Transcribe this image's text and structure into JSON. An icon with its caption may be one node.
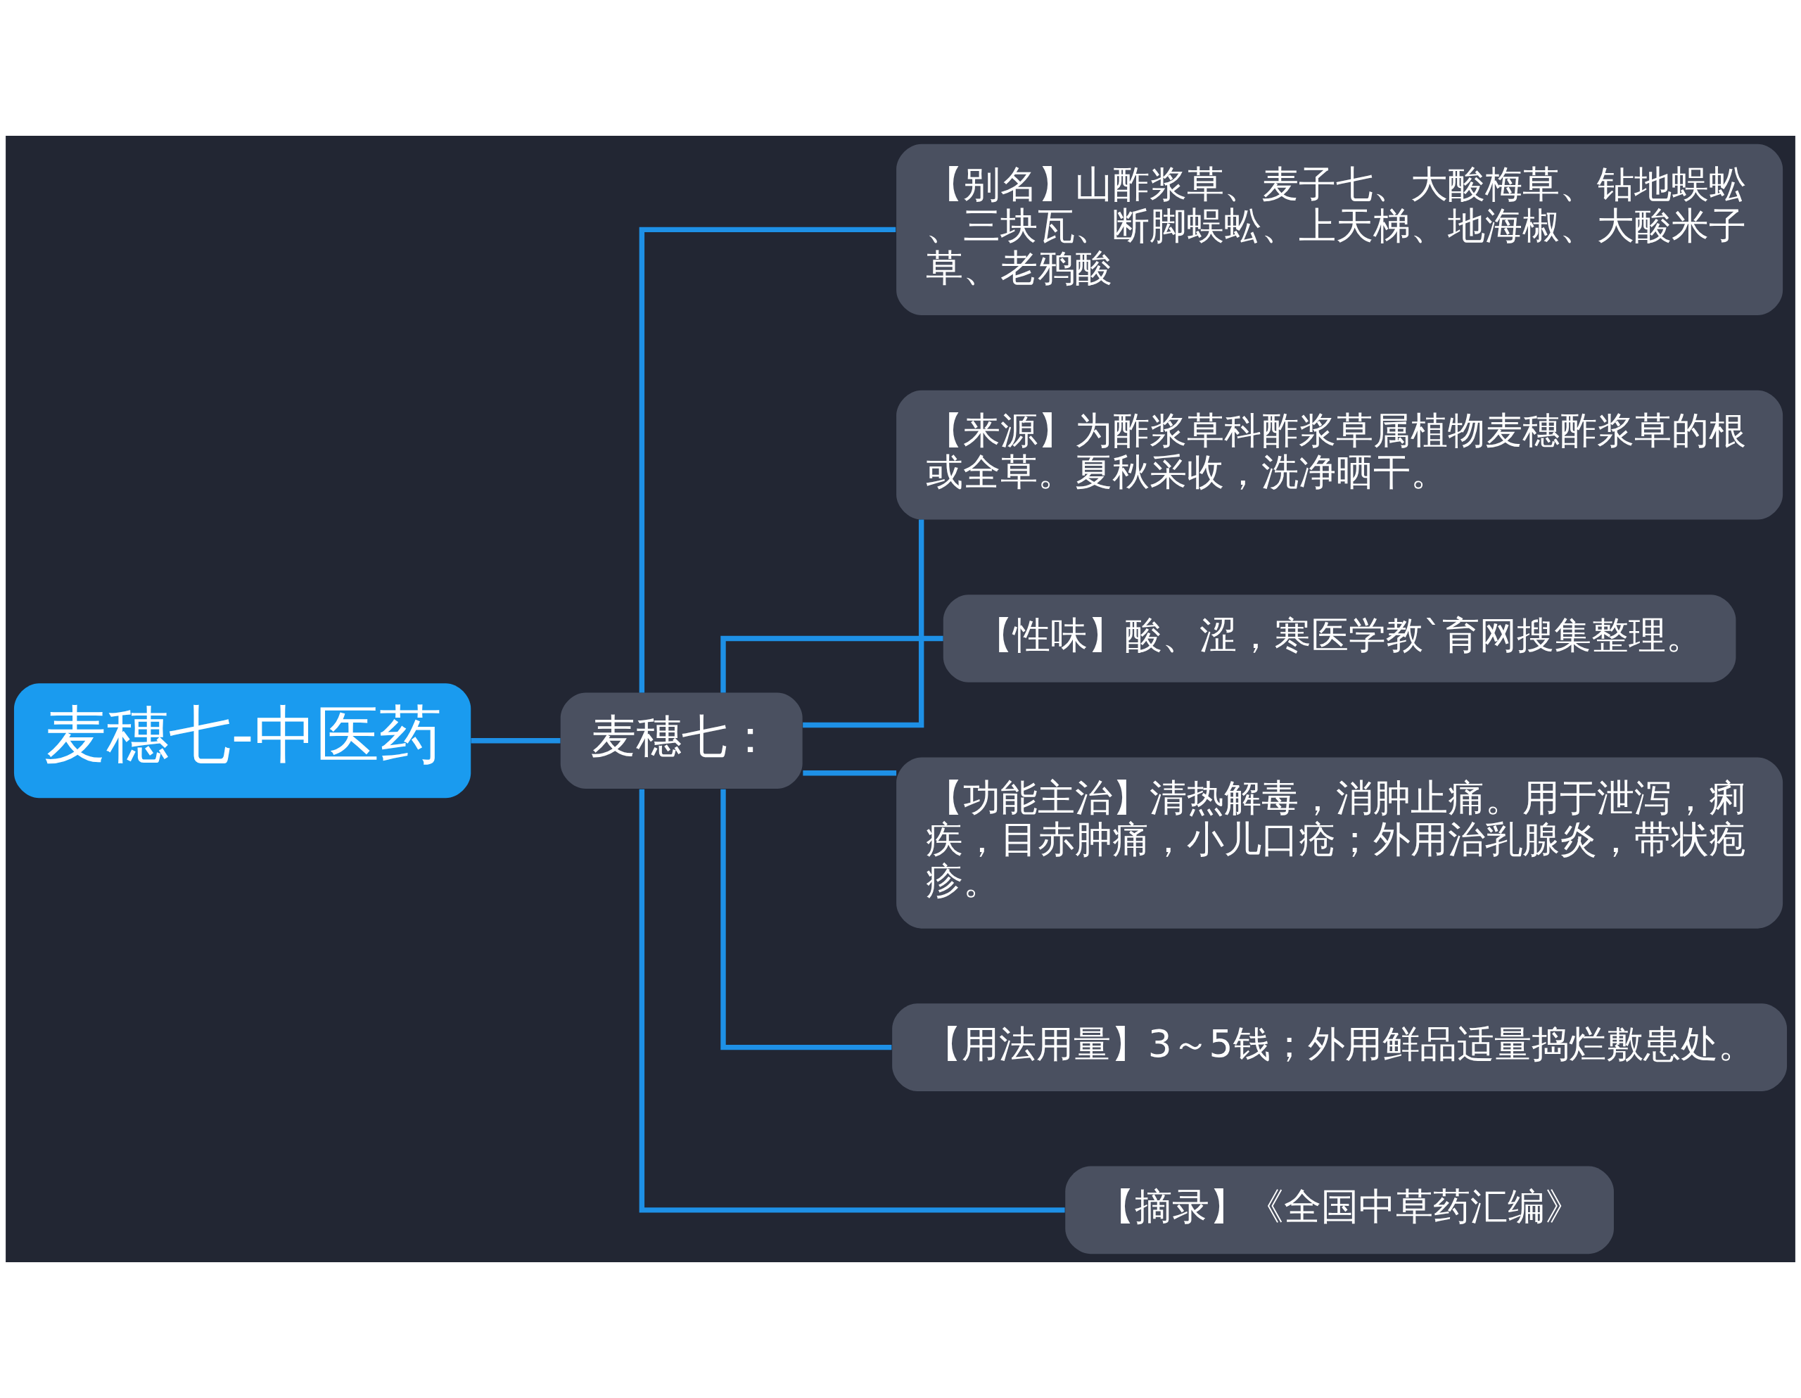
{
  "diagram": {
    "nodes": [
      {
        "text": [
          "麦穗七-中医药"
        ]
      },
      {
        "text": [
          "麦穗七："
        ]
      },
      {
        "text": [
          "【别名】山酢浆草、麦子七、大酸梅草、钻地蜈蚣、三块瓦、断脚蜈蚣、上天梯、地海椒、大酸米子草、老鸦酸"
        ]
      },
      {
        "text": [
          "【来源】为酢浆草科酢浆草属植物麦穗酢浆草的根或全草。夏秋采收，洗净晒干。"
        ]
      },
      {
        "text": [
          "【性味】酸、涩，寒医学教`育网搜集整理。"
        ]
      },
      {
        "text": [
          "【功能主治】清热解毒，消肿止痛。用于泄泻，痢疾，目赤肿痛，小儿口疮；外用治乳腺炎，带状疱疹。"
        ]
      },
      {
        "text": [
          "【用法用量】3～5钱；外用鲜品适量捣烂敷患处。"
        ]
      },
      {
        "text": [
          "【摘录】《全国中草药汇编》"
        ]
      }
    ],
    "edges": [
      {
        "from": 0,
        "to": 1,
        "arrow": "none"
      },
      {
        "from": 1,
        "to": 2,
        "arrow": "none"
      },
      {
        "from": 1,
        "to": 3,
        "arrow": "none"
      },
      {
        "from": 1,
        "to": 4,
        "arrow": "none"
      },
      {
        "from": 1,
        "to": 5,
        "arrow": "none"
      },
      {
        "from": 1,
        "to": 6,
        "arrow": "none"
      },
      {
        "from": 1,
        "to": 7,
        "arrow": "none"
      }
    ]
  }
}
